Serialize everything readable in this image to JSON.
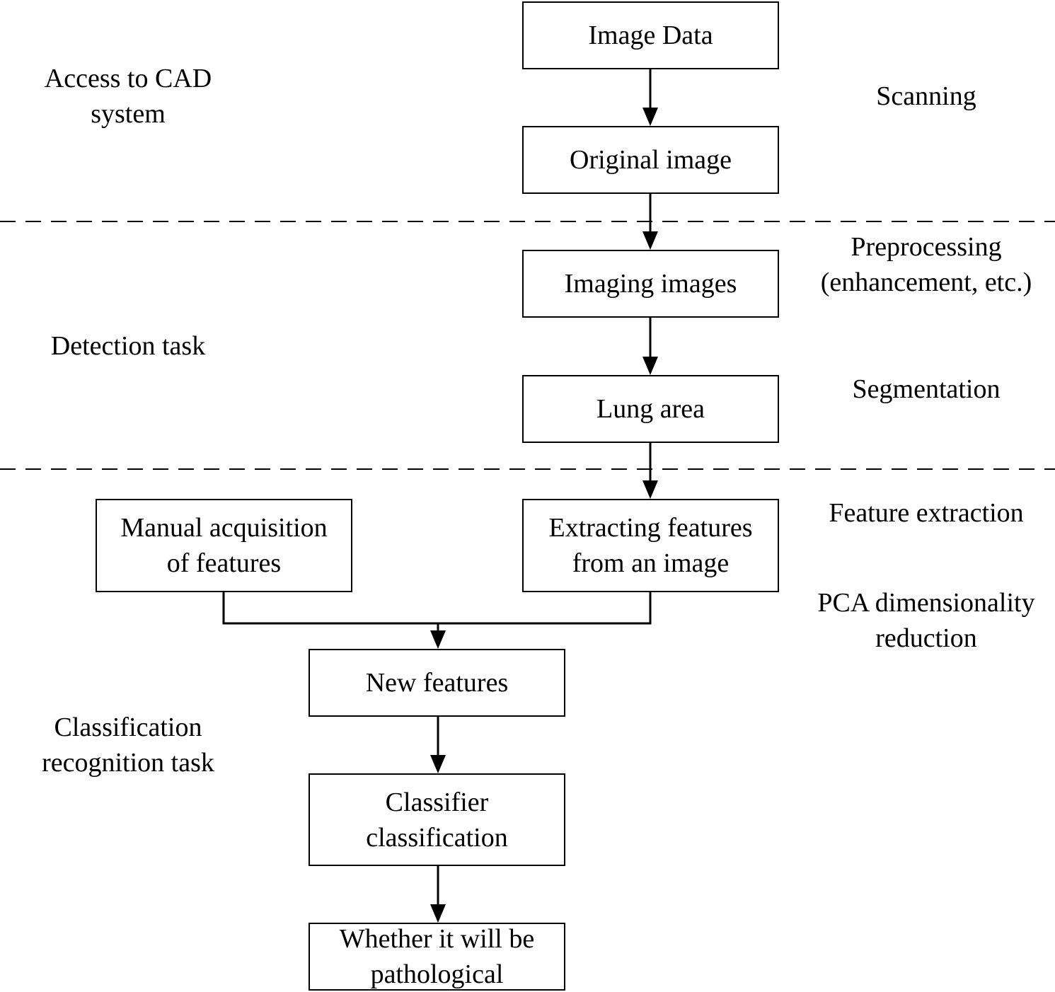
{
  "boxes": {
    "image_data": [
      "Image Data"
    ],
    "original_image": [
      "Original image"
    ],
    "imaging_images": [
      "Imaging images"
    ],
    "lung_area": [
      "Lung area"
    ],
    "manual_features": [
      "Manual acquisition",
      "of features"
    ],
    "extracting_features": [
      "Extracting features",
      "from an image"
    ],
    "new_features": [
      "New features"
    ],
    "classifier": [
      "Classifier",
      "classification"
    ],
    "pathological": [
      "Whether it will be",
      "pathological"
    ]
  },
  "left_labels": {
    "access": [
      "Access to CAD",
      "system"
    ],
    "detection": [
      "Detection task"
    ],
    "classification": [
      "Classification",
      "recognition task"
    ]
  },
  "right_labels": {
    "scanning": [
      "Scanning"
    ],
    "preprocessing": [
      "Preprocessing",
      "(enhancement, etc.)"
    ],
    "segmentation": [
      "Segmentation"
    ],
    "feature_extraction": [
      "Feature extraction"
    ],
    "pca": [
      "PCA dimensionality",
      "reduction"
    ]
  },
  "style": {
    "line_color": "#000000",
    "background": "#ffffff"
  }
}
